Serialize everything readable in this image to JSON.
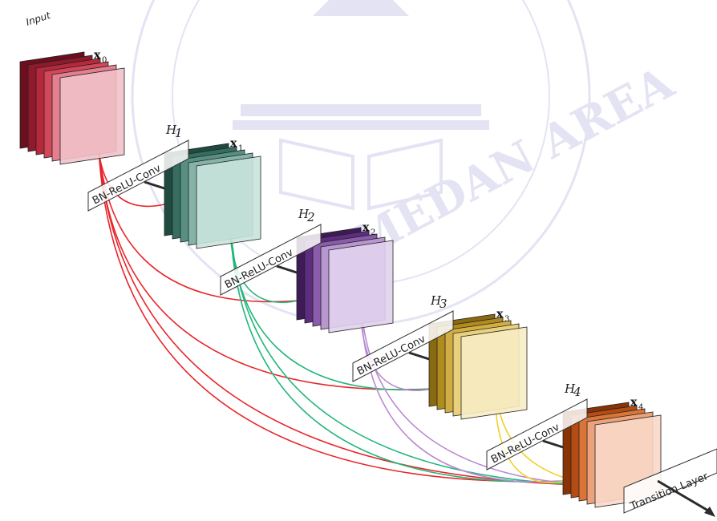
{
  "input_label": "Input",
  "watermark": {
    "letter": "A",
    "text": "MEDAN AREA"
  },
  "blocks": [
    {
      "x_label": "x",
      "x_sub": "0",
      "colors": [
        "#6b0f1f",
        "#8e1a2c",
        "#b8283d",
        "#d2475a",
        "#e47f8f"
      ],
      "front": "#f1c1c9"
    },
    {
      "h_label": "H",
      "h_sub": "1",
      "op_label": "BN-ReLU-Conv",
      "x_label": "x",
      "x_sub": "1",
      "colors": [
        "#1f4a40",
        "#356e60",
        "#578f81",
        "#86b3a8"
      ],
      "front": "#c9e3dc"
    },
    {
      "h_label": "H",
      "h_sub": "2",
      "op_label": "BN-ReLU-Conv",
      "x_label": "x",
      "x_sub": "2",
      "colors": [
        "#3e1a57",
        "#5e2d80",
        "#8a5cab",
        "#b896cf"
      ],
      "front": "#e2d2ee"
    },
    {
      "h_label": "H",
      "h_sub": "3",
      "op_label": "BN-ReLU-Conv",
      "x_label": "x",
      "x_sub": "3",
      "colors": [
        "#8a6a10",
        "#b08c1e",
        "#d2ad44",
        "#ead07c"
      ],
      "front": "#f7ecc4"
    },
    {
      "h_label": "H",
      "h_sub": "4",
      "op_label": "BN-ReLU-Conv",
      "x_label": "x",
      "x_sub": "4",
      "colors": [
        "#8a3306",
        "#b54c13",
        "#d97536",
        "#eca27b"
      ],
      "front": "#f8d8c8"
    }
  ],
  "transition_label": "Transition Layer",
  "connection_colors": [
    "#e8262b",
    "#22b67a",
    "#b88ad2",
    "#f3cf2a"
  ]
}
